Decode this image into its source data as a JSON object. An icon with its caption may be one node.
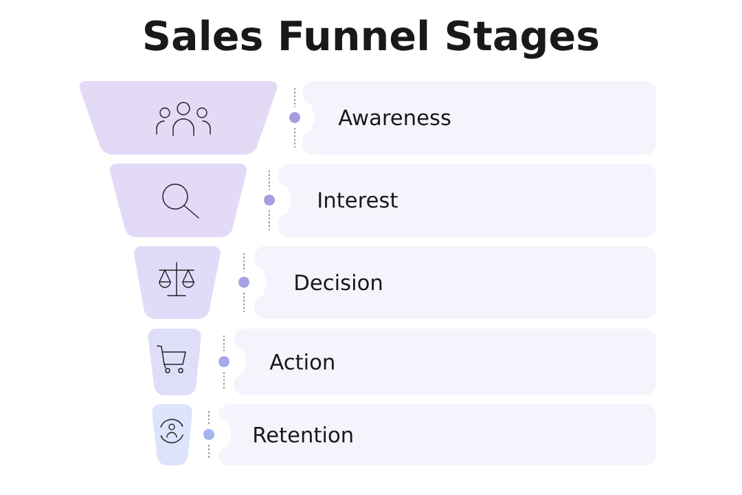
{
  "diagram": {
    "title": "Sales Funnel Stages",
    "nodes": [
      {
        "text": [],
        "shape": "trapezoid"
      },
      {
        "text": [
          "Awareness"
        ]
      },
      {
        "text": [],
        "shape": "trapezoid"
      },
      {
        "text": [
          "Interest"
        ]
      },
      {
        "text": [],
        "shape": "trapezoid"
      },
      {
        "text": [
          "Decision"
        ]
      },
      {
        "text": [],
        "shape": "trapezoid"
      },
      {
        "text": [
          "Action"
        ]
      },
      {
        "text": [],
        "shape": "trapezoid"
      },
      {
        "text": [
          "Retention"
        ]
      }
    ]
  }
}
